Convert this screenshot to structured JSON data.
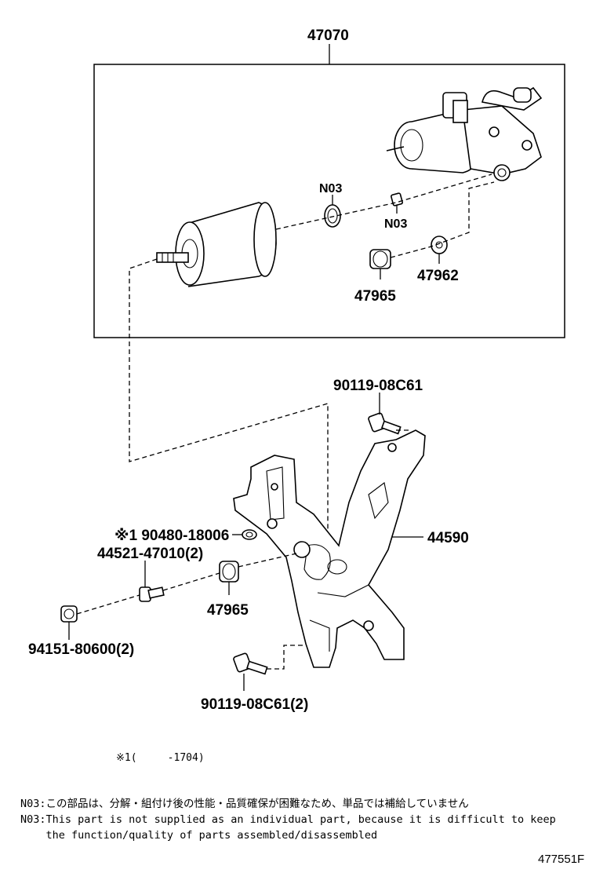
{
  "labels": {
    "assembly": "47070",
    "n03_a": "N03",
    "n03_b": "N03",
    "p47962": "47962",
    "p47965_top": "47965",
    "p90119_top": "90119-08C61",
    "p44590": "44590",
    "p90480": "※1 90480-18006",
    "p44521": "44521-47010(2)",
    "p47965_bot": "47965",
    "p94151": "94151-80600(2)",
    "p90119_bot": "90119-08C61(2)"
  },
  "footnote": "※1(     -1704)",
  "notes": {
    "jp": "N03:この部品は、分解・組付け後の性能・品質確保が困難なため、単品では補給していません",
    "en1": "N03:This part is not supplied as an individual part, because it is difficult to keep",
    "en2": "    the function/quality of parts assembled/disassembled"
  },
  "diagram_id": "477551F"
}
